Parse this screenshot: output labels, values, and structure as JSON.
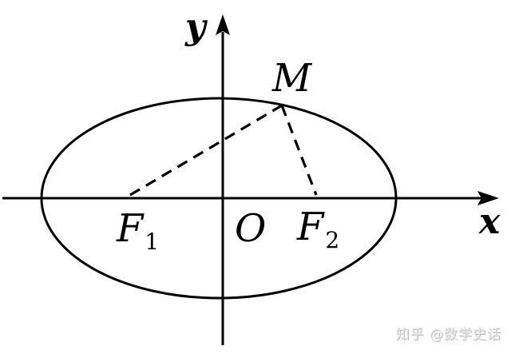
{
  "diagram": {
    "type": "ellipse-with-foci",
    "axes": {
      "x_label": "x",
      "y_label": "y",
      "origin_label": "O"
    },
    "points": {
      "M": {
        "label": "M"
      },
      "F1": {
        "label": "F",
        "sub": "1"
      },
      "F2": {
        "label": "F",
        "sub": "2"
      }
    },
    "segments": [
      "MF1 (dashed)",
      "MF2 (dashed)"
    ],
    "colors": {
      "stroke": "#000000",
      "background": "#ffffff"
    }
  },
  "watermark": {
    "text": "知乎 @数学史话"
  }
}
